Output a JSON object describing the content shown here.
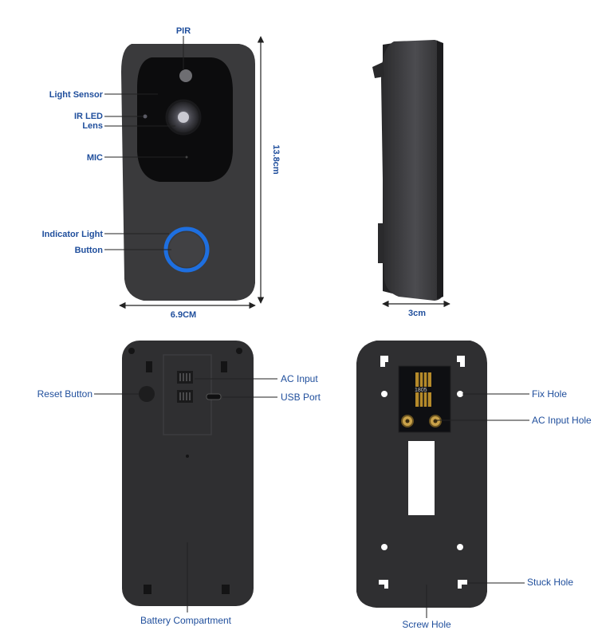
{
  "front_labels": {
    "pir": "PIR",
    "light_sensor": "Light Sensor",
    "ir_led": "IR LED",
    "lens": "Lens",
    "mic": "MIC",
    "indicator_light": "Indicator Light",
    "button": "Button"
  },
  "dimensions": {
    "height": "13.8cm",
    "width": "6.9CM",
    "depth": "3cm"
  },
  "back_labels": {
    "reset_button": "Reset  Button",
    "ac_input": "AC  Input",
    "usb_port": "USB  Port",
    "battery_compartment": "Battery  Compartment"
  },
  "mount_labels": {
    "fix_hole": "Fix  Hole",
    "ac_input_hole": "AC  Input Hole",
    "stuck_hole": "Stuck  Hole",
    "screw_hole": "Screw  Hole",
    "board_marking": "1805"
  },
  "colors": {
    "label": "#1f4e9c",
    "ring": "#1e6fe0",
    "body": "#3a3a3c"
  }
}
